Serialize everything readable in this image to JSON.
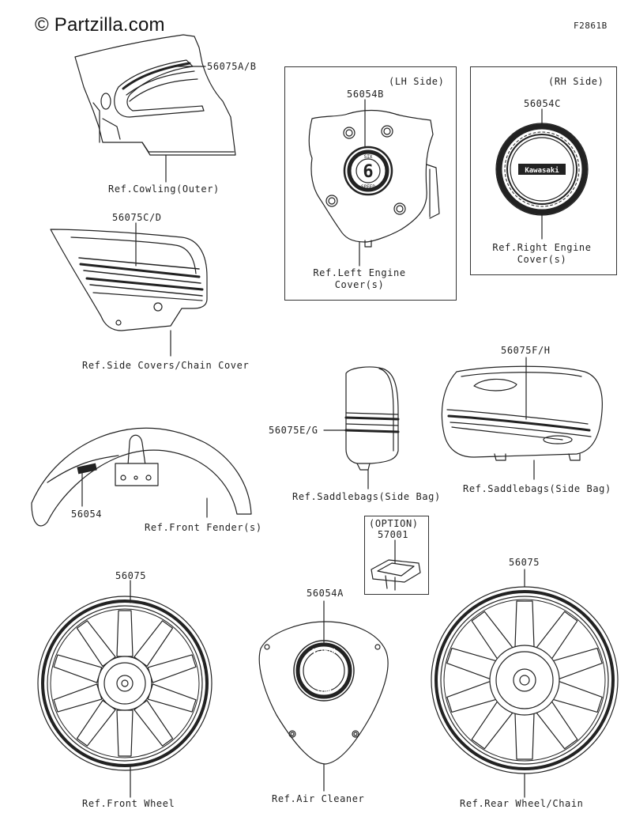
{
  "watermark": "© Partzilla.com",
  "figure_id": "F2861B",
  "parts": {
    "p56075AB": "56075A/B",
    "p56054B": "56054B",
    "p56054C": "56054C",
    "p56075CD": "56075C/D",
    "p56075FH": "56075F/H",
    "p56075EG": "56075E/G",
    "p56054": "56054",
    "p57001": "57001",
    "p56075_front": "56075",
    "p56075_rear": "56075",
    "p56054A": "56054A"
  },
  "boxes": {
    "lh_side": "(LH Side)",
    "rh_side": "(RH Side)",
    "option": "(OPTION)"
  },
  "refs": {
    "cowling": "Ref.Cowling(Outer)",
    "left_engine_1": "Ref.Left Engine",
    "left_engine_2": "Cover(s)",
    "right_engine_1": "Ref.Right Engine",
    "right_engine_2": "Cover(s)",
    "side_covers": "Ref.Side Covers/Chain Cover",
    "saddlebags_center": "Ref.Saddlebags(Side Bag)",
    "saddlebags_right": "Ref.Saddlebags(Side Bag)",
    "front_fender": "Ref.Front Fender(s)",
    "front_wheel": "Ref.Front Wheel",
    "air_cleaner": "Ref.Air Cleaner",
    "rear_wheel": "Ref.Rear Wheel/Chain"
  },
  "decals": {
    "engine_badge_digit": "6",
    "engine_badge_top": "SIX",
    "engine_badge_bottom": "SPEED",
    "rh_badge_text": "Kawasaki",
    "air_cleaner_top": "V-TWIN",
    "air_cleaner_bottom": "1700"
  }
}
